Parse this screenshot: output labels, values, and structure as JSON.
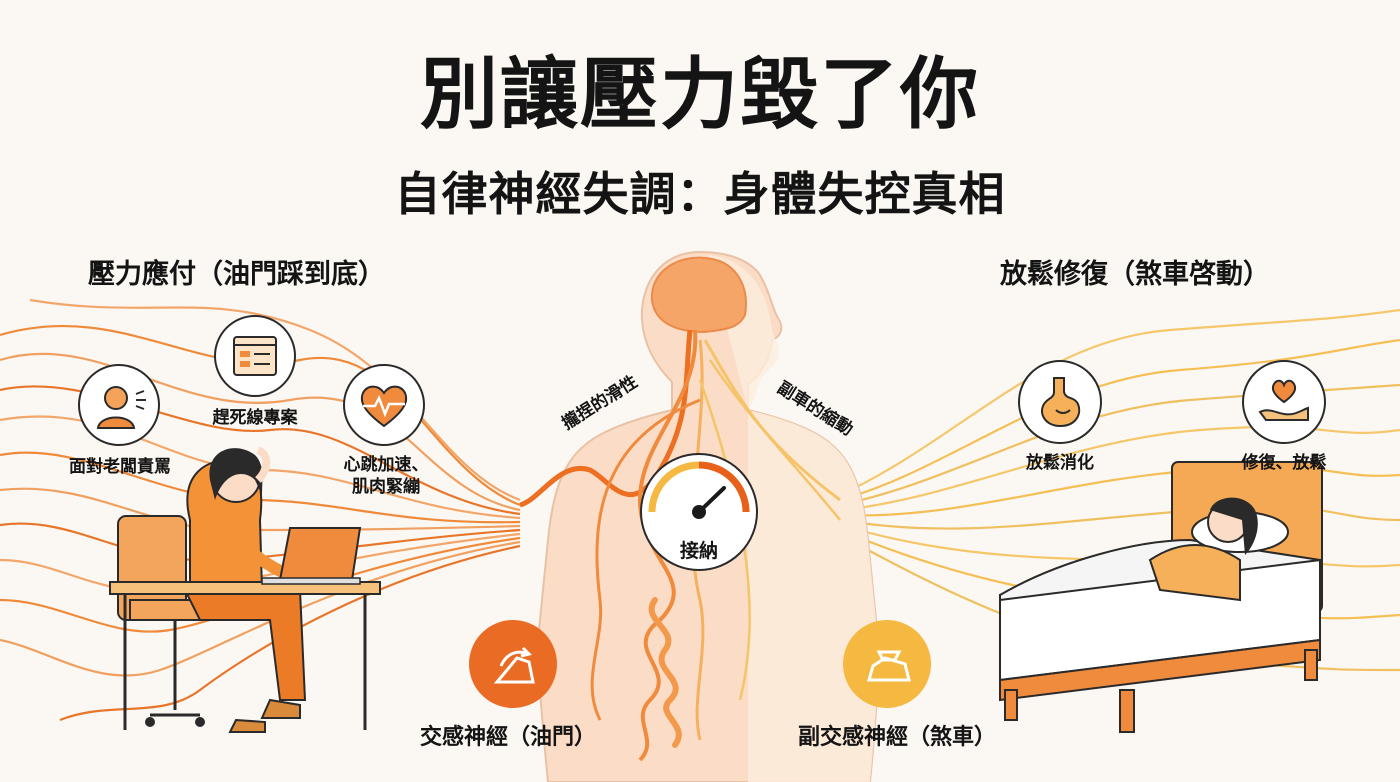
{
  "title": "別讓壓力毀了你",
  "subtitle": "自律神經失調：身體失控真相",
  "left": {
    "heading": "壓力應付（油門踩到底）",
    "labels": {
      "boss": "面對老闆責罵",
      "deadline": "趕死線專案",
      "heart": "心跳加速、\n肌肉緊繃"
    }
  },
  "right": {
    "heading": "放鬆修復（煞車啓動）",
    "labels": {
      "digest": "放鬆消化",
      "repair": "修復、放鬆"
    }
  },
  "center": {
    "left_curve": "攏捏的滑性",
    "right_curve": "副車的縮動",
    "gauge": "接納"
  },
  "bottom": {
    "sympathetic": "交感神經（油門）",
    "parasympathetic": "副交感神經（煞車）"
  },
  "colors": {
    "orange_dark": "#e8611a",
    "orange": "#f28a2e",
    "yellow": "#f5b942",
    "skin": "#fbd9c2"
  }
}
